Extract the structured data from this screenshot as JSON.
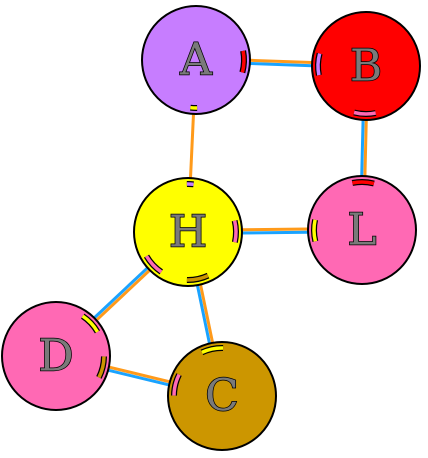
{
  "nodes": [
    {
      "id": "A",
      "label": "A",
      "color": "#c77dff"
    },
    {
      "id": "B",
      "label": "B",
      "color": "#ff0000"
    },
    {
      "id": "H",
      "label": "H",
      "color": "#ffff00"
    },
    {
      "id": "L",
      "label": "L",
      "color": "#ff69b4"
    },
    {
      "id": "D",
      "label": "D",
      "color": "#ff69b4"
    },
    {
      "id": "C",
      "label": "C",
      "color": "#cc9600"
    }
  ],
  "edges": [
    {
      "from": "A",
      "to": "B",
      "colors": [
        "#ff9a1a",
        "#1aa3ff"
      ]
    },
    {
      "from": "A",
      "to": "H",
      "colors": [
        "#ff9a1a"
      ]
    },
    {
      "from": "B",
      "to": "L",
      "colors": [
        "#ff9a1a",
        "#1aa3ff"
      ]
    },
    {
      "from": "H",
      "to": "L",
      "colors": [
        "#ff9a1a",
        "#1aa3ff"
      ]
    },
    {
      "from": "H",
      "to": "D",
      "colors": [
        "#ff9a1a",
        "#1aa3ff"
      ]
    },
    {
      "from": "H",
      "to": "C",
      "colors": [
        "#ff9a1a",
        "#1aa3ff"
      ]
    },
    {
      "from": "D",
      "to": "C",
      "colors": [
        "#ff9a1a",
        "#1aa3ff"
      ]
    }
  ]
}
